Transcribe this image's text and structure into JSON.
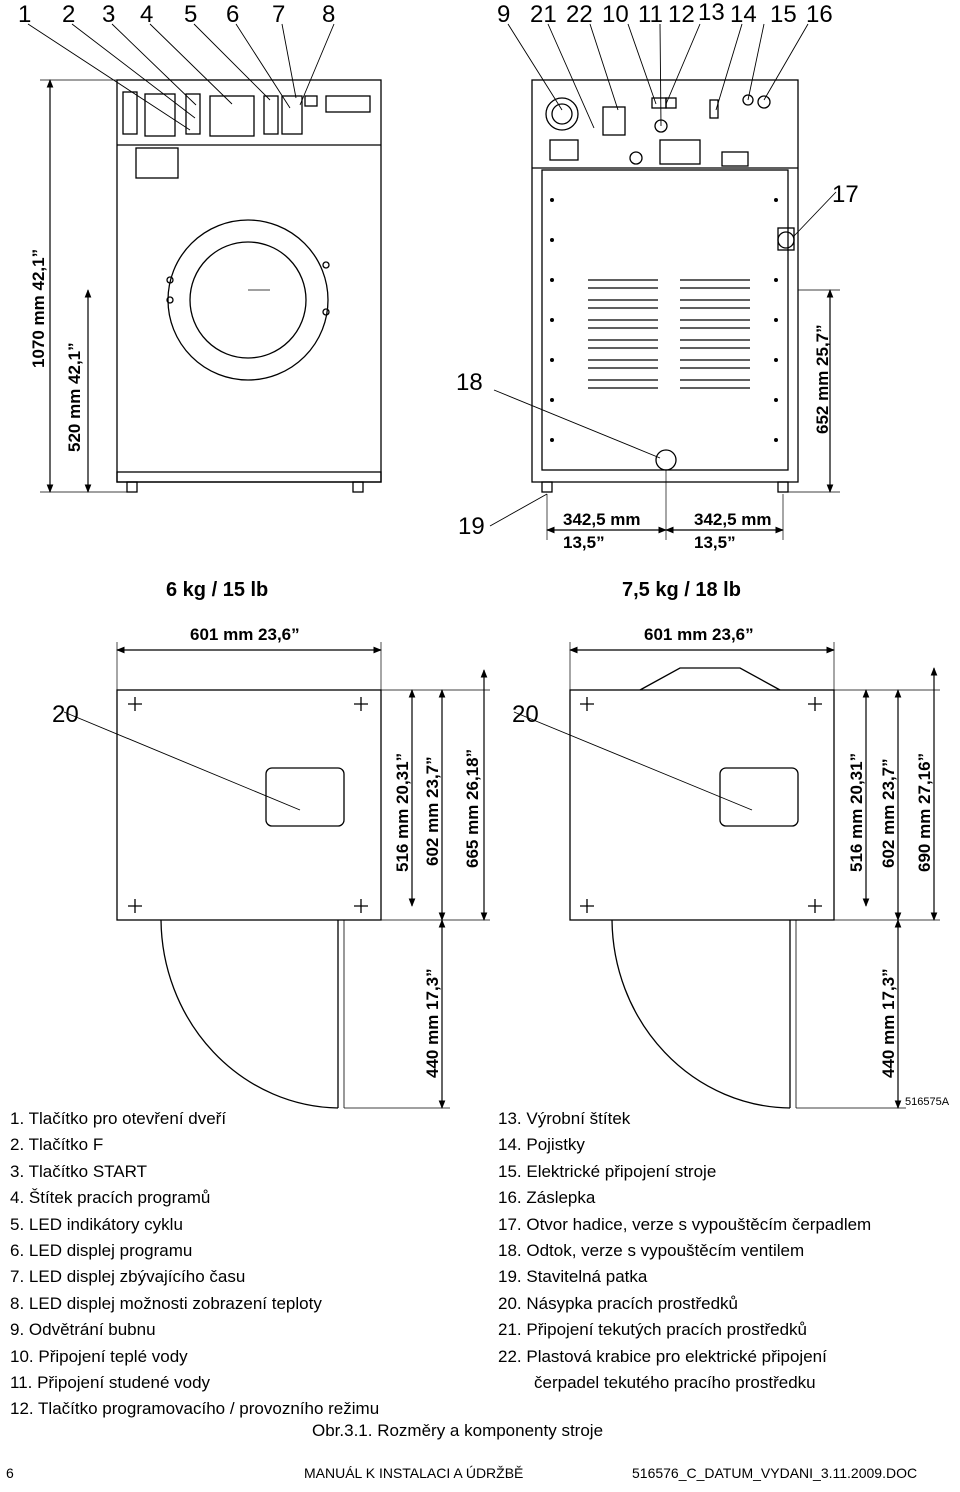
{
  "callouts": {
    "top": [
      "1",
      "2",
      "3",
      "4",
      "5",
      "6",
      "7",
      "8",
      "9",
      "21",
      "22",
      "10",
      "11",
      "12",
      "13",
      "14",
      "15",
      "16"
    ],
    "side": [
      "17",
      "18",
      "19",
      "20",
      "20"
    ]
  },
  "dimensions": {
    "front_height": "1070 mm  42,1”",
    "front_lower": "520 mm  42,1”",
    "rear_side": "652 mm  25,7”",
    "foot_left": [
      "342,5 mm",
      "13,5”"
    ],
    "foot_right": [
      "342,5 mm",
      "13,5”"
    ],
    "width_left": "601 mm  23,6”",
    "width_right": "601 mm  23,6”",
    "depth_left": [
      "516 mm  20,31”",
      "602 mm  23,7”",
      "665 mm  26,18”",
      "440 mm  17,3”"
    ],
    "depth_right": [
      "516 mm  20,31”",
      "602 mm  23,7”",
      "690 mm  27,16”",
      "440 mm  17,3”"
    ]
  },
  "models": {
    "left": "6 kg / 15 lb",
    "right": "7,5 kg / 18 lb"
  },
  "ref_code": "516575A",
  "legend_left": [
    "1. Tlačítko pro otevření dveří",
    "2. Tlačítko F",
    "3. Tlačítko START",
    "4. Štítek pracích programů",
    "5. LED indikátory cyklu",
    "6. LED displej programu",
    "7. LED displej zbývajícího času",
    "8. LED displej možnosti zobrazení teploty",
    "9. Odvětrání bubnu",
    "10. Připojení teplé vody",
    "11. Připojení studené vody",
    "12. Tlačítko programovacího / provozního režimu"
  ],
  "legend_right": [
    "13. Výrobní štítek",
    "14. Pojistky",
    "15. Elektrické připojení stroje",
    "16. Záslepka",
    "17. Otvor hadice, verze s vypouštěcím čerpadlem",
    "18. Odtok, verze s vypouštěcím ventilem",
    "19. Stavitelná patka",
    "20. Násypka pracích prostředků",
    "21. Připojení tekutých pracích prostředků",
    "22. Plastová krabice pro elektrické připojení",
    "čerpadel tekutého pracího prostředku"
  ],
  "caption": "Obr.3.1. Rozměry a komponenty stroje",
  "footer": {
    "page": "6",
    "title": "MANUÁL K INSTALACI A ÚDRŽBĚ",
    "doc": "516576_C_DATUM_VYDANI_3.11.2009.DOC"
  }
}
